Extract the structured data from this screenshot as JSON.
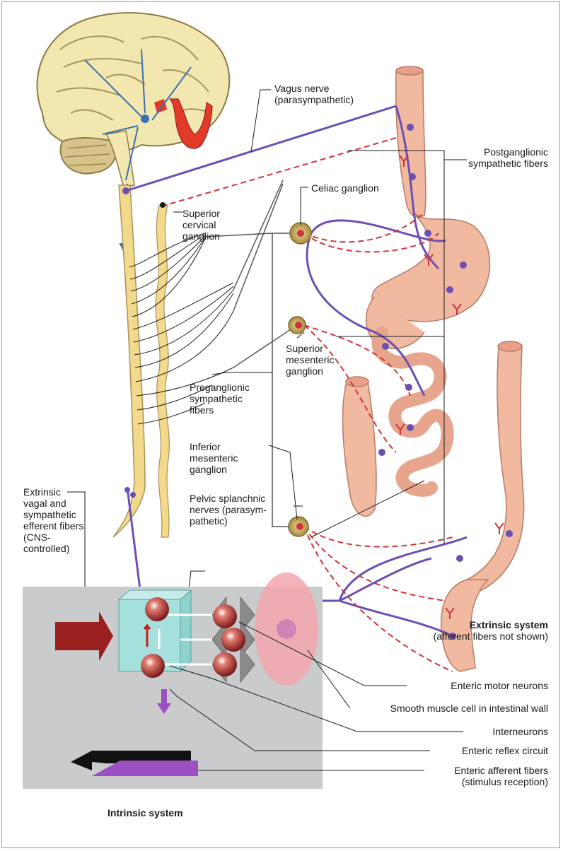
{
  "labels": {
    "vagus": [
      "Vagus nerve",
      "(parasympathetic)"
    ],
    "postganglionic": [
      "Postganglionic",
      "sympathetic fibers"
    ],
    "superior_cervical": [
      "Superior",
      "cervical",
      "ganglion"
    ],
    "celiac": "Celiac ganglion",
    "superior_mesenteric": [
      "Superior",
      "mesenteric",
      "ganglion"
    ],
    "preganglionic": [
      "Preganglionic",
      "sympathetic",
      "fibers"
    ],
    "inferior_mesenteric": [
      "Inferior",
      "mesenteric",
      "ganglion"
    ],
    "pelvic": [
      "Pelvic splanchnic",
      "nerves (parasym-",
      "pathetic)"
    ],
    "extrinsic_efferent": [
      "Extrinsic",
      "vagal and",
      "sympathetic",
      "efferent fibers",
      "(CNS-",
      "controlled)"
    ],
    "extrinsic_system_title": "Extrinsic system",
    "extrinsic_system_note": "(afferent fibers not shown)",
    "enteric_motor": "Enteric motor neurons",
    "smooth_muscle": "Smooth muscle cell in intestinal wall",
    "interneurons": "Interneurons",
    "reflex_circuit": "Enteric reflex circuit",
    "afferent_fibers": [
      "Enteric afferent fibers",
      "(stimulus reception)"
    ],
    "intrinsic_system_title": "Intrinsic system"
  },
  "colors": {
    "parasympathetic": "#6b4fb3",
    "sympathetic": "#d0333a",
    "intestine": "#f0b9a0",
    "spinal_cord": "#f2d98c",
    "ganglion": "#cdb46a",
    "panel": "#c9cbcc"
  }
}
